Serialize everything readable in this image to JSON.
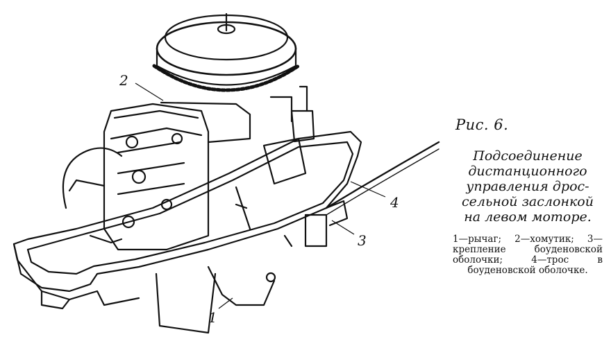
{
  "figure": {
    "callouts": [
      "2",
      "4",
      "3",
      "1"
    ]
  },
  "caption": {
    "fig_number": "Рис. 6.",
    "title_lines": [
      "Подсоединение",
      "дистанционного",
      "управления дрос-",
      "сельной заслонкой",
      "на левом моторе."
    ],
    "legend": "1—рычаг; 2—хомутик; 3—крепление боуденовской оболочки; 4—трос в боуденовской оболочке."
  }
}
